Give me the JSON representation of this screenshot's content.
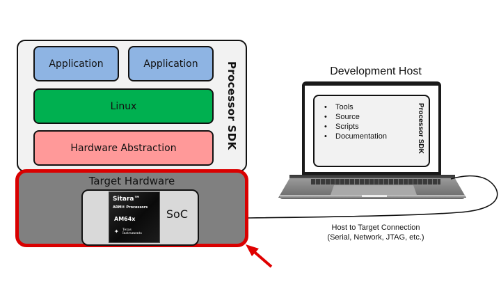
{
  "sdk_stack": {
    "label": "Processor SDK",
    "layers": {
      "application_1": "Application",
      "application_2": "Application",
      "os": "Linux",
      "hal": "Hardware Abstraction"
    },
    "colors": {
      "application": "#8eb4e3",
      "os": "#00b050",
      "hal": "#ff9999",
      "container": "#f2f2f2"
    }
  },
  "target_hardware": {
    "title": "Target Hardware",
    "highlight_color": "#d90000",
    "soc_label": "SoC",
    "chip": {
      "brand": "Sitara™",
      "subtitle": "ARM® Processors",
      "part": "AM64x",
      "maker_line1": "Texas",
      "maker_line2": "Instruments"
    }
  },
  "development_host": {
    "title": "Development Host",
    "sdk_label": "Processor SDK",
    "items": [
      "Tools",
      "Source",
      "Scripts",
      "Documentation"
    ]
  },
  "connection": {
    "line1": "Host to Target Connection",
    "line2": "(Serial, Network, JTAG, etc.)"
  },
  "annotation": {
    "arrow_color": "#e00000",
    "points_to": "target-hardware"
  }
}
